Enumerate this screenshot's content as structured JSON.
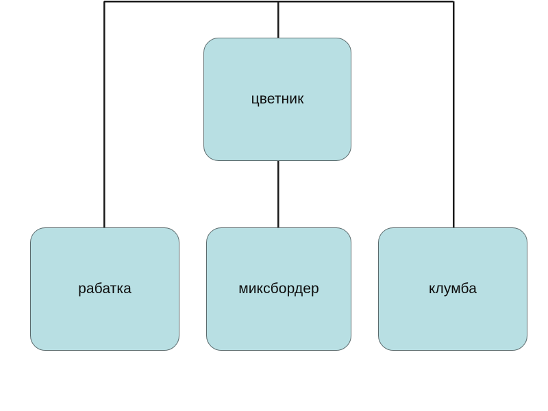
{
  "diagram": {
    "type": "hierarchy-tree",
    "title": "",
    "background_color": "#ffffff",
    "node_fill_color": "#b8dfe3",
    "node_border_color": "#5a6a6c",
    "connector_color": "#1a1a1a",
    "text_color": "#0d0d0d",
    "root": {
      "id": "root",
      "label": "цветник"
    },
    "children": [
      {
        "id": "child-0",
        "label": "рабатка"
      },
      {
        "id": "child-1",
        "label": "миксбордер"
      },
      {
        "id": "child-2",
        "label": "клумба"
      }
    ],
    "edges": [
      {
        "from": "root",
        "to": "child-0"
      },
      {
        "from": "root",
        "to": "child-1"
      },
      {
        "from": "root",
        "to": "child-2"
      }
    ]
  }
}
